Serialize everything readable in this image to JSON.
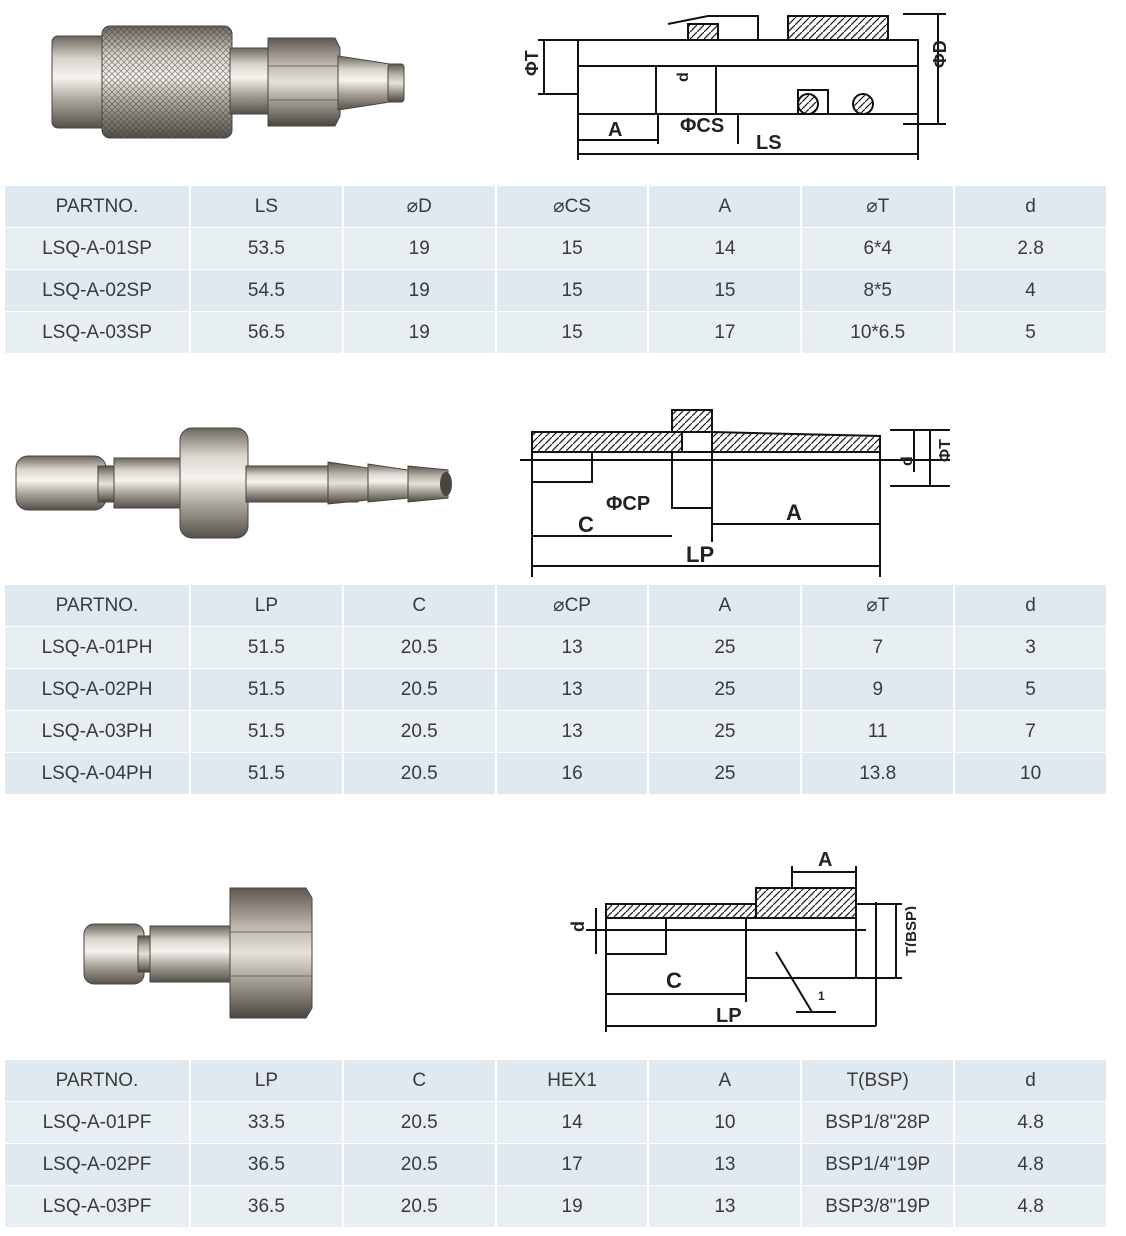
{
  "sections": [
    {
      "id": "socket",
      "drawing_labels": {
        "t": "ΦT",
        "d": "d",
        "cs": "ΦCS",
        "a": "A",
        "ls": "LS",
        "D": "ΦD"
      },
      "headers": [
        "PARTNO.",
        "LS",
        "⌀D",
        "⌀CS",
        "A",
        "⌀T",
        "d"
      ],
      "rows": [
        [
          "LSQ-A-01SP",
          "53.5",
          "19",
          "15",
          "14",
          "6*4",
          "2.8"
        ],
        [
          "LSQ-A-02SP",
          "54.5",
          "19",
          "15",
          "15",
          "8*5",
          "4"
        ],
        [
          "LSQ-A-03SP",
          "56.5",
          "19",
          "15",
          "17",
          "10*6.5",
          "5"
        ]
      ]
    },
    {
      "id": "hose-plug",
      "drawing_labels": {
        "cp": "ΦCP",
        "c": "C",
        "a": "A",
        "lp": "LP",
        "d": "d",
        "t": "ΦT"
      },
      "headers": [
        "PARTNO.",
        "LP",
        "C",
        "⌀CP",
        "A",
        "⌀T",
        "d"
      ],
      "rows": [
        [
          "LSQ-A-01PH",
          "51.5",
          "20.5",
          "13",
          "25",
          "7",
          "3"
        ],
        [
          "LSQ-A-02PH",
          "51.5",
          "20.5",
          "13",
          "25",
          "9",
          "5"
        ],
        [
          "LSQ-A-03PH",
          "51.5",
          "20.5",
          "13",
          "25",
          "11",
          "7"
        ],
        [
          "LSQ-A-04PH",
          "51.5",
          "20.5",
          "16",
          "25",
          "13.8",
          "10"
        ]
      ]
    },
    {
      "id": "female-plug",
      "drawing_labels": {
        "a": "A",
        "d": "d",
        "c": "C",
        "lp": "LP",
        "t": "T(BSP)",
        "hex": "1"
      },
      "headers": [
        "PARTNO.",
        "LP",
        "C",
        "HEX1",
        "A",
        "T(BSP)",
        "d"
      ],
      "rows": [
        [
          "LSQ-A-01PF",
          "33.5",
          "20.5",
          "14",
          "10",
          "BSP1/8\"28P",
          "4.8"
        ],
        [
          "LSQ-A-02PF",
          "36.5",
          "20.5",
          "17",
          "13",
          "BSP1/4\"19P",
          "4.8"
        ],
        [
          "LSQ-A-03PF",
          "36.5",
          "20.5",
          "19",
          "13",
          "BSP3/8\"19P",
          "4.8"
        ]
      ]
    }
  ],
  "colors": {
    "row_odd": "#dfe9ef",
    "row_even": "#e8eff3",
    "text": "#3a3a3a"
  }
}
